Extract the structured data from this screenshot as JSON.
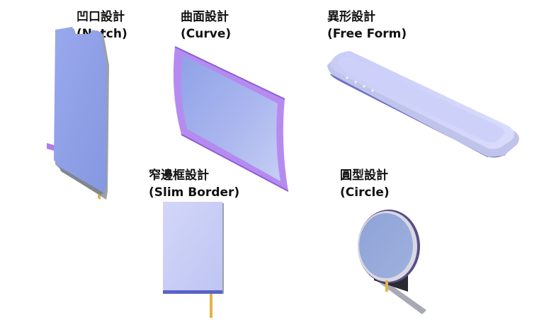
{
  "panels": [
    {
      "id": "notch",
      "zh": "凹口設計",
      "en": "(Notch)"
    },
    {
      "id": "curve",
      "zh": "曲面設計",
      "en": "(Curve)"
    },
    {
      "id": "free",
      "zh": "異形設計",
      "en": "(Free Form)"
    },
    {
      "id": "slim",
      "zh": "窄邊框設計",
      "en": "(Slim Border)"
    },
    {
      "id": "circle",
      "zh": "圓型設計",
      "en": "(Circle)"
    }
  ],
  "colors": {
    "panel_blue": "#8fa0e6",
    "panel_lilac": "#c9ccf5",
    "curve_frame": "#b58bf0",
    "circle_fill": "#93a6d6",
    "circle_rim": "#5a4f86",
    "flex_gold": "#e3b34a",
    "label_text": "#111111"
  }
}
